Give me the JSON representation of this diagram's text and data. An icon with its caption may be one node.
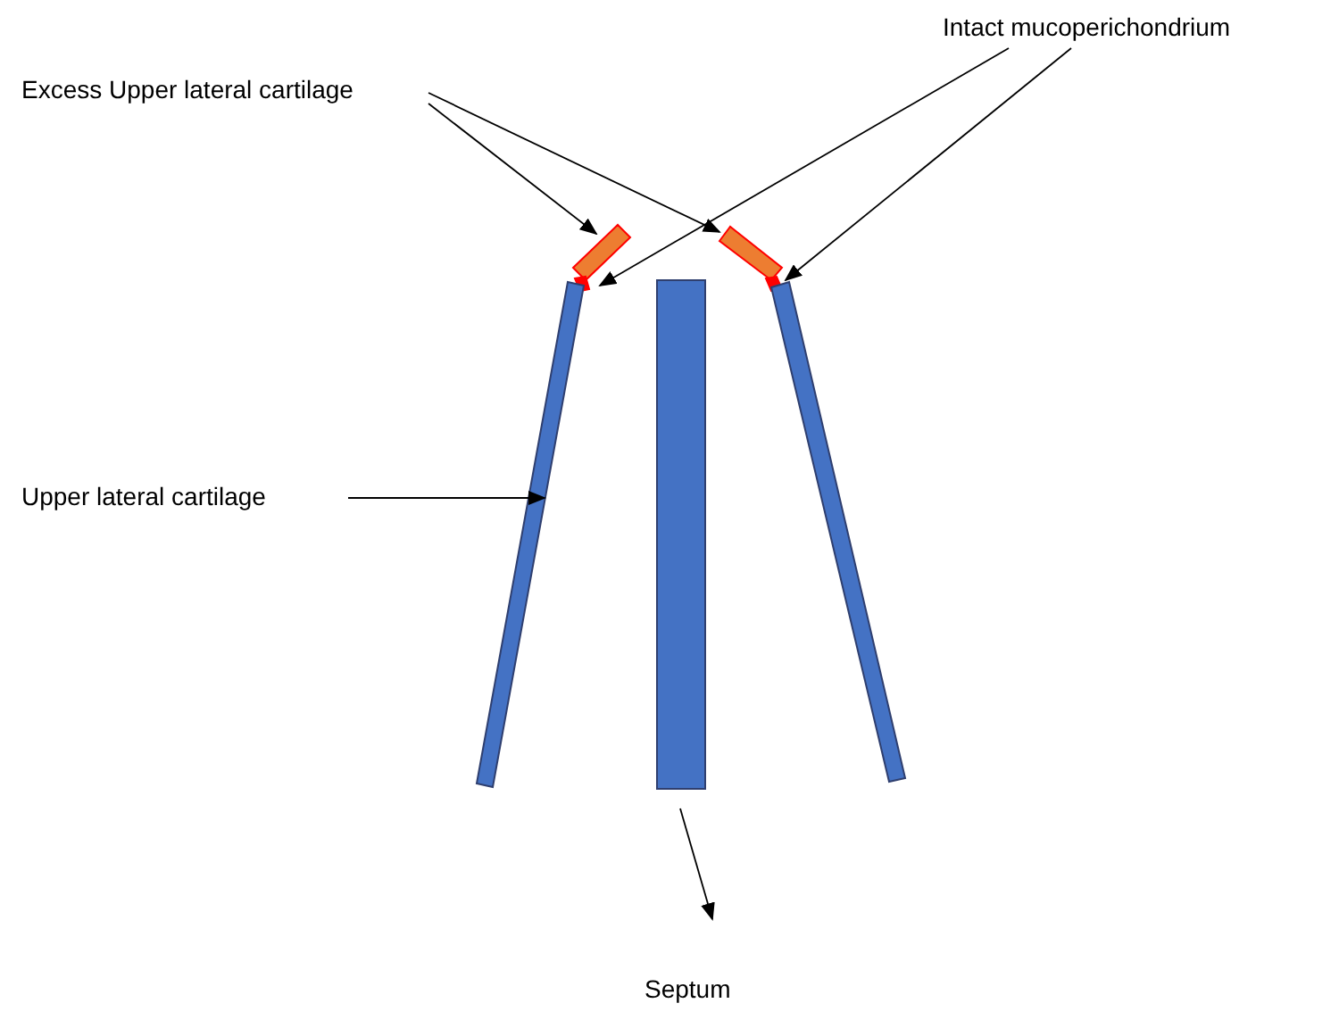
{
  "diagram": {
    "nodes": [
      {
        "text": [
          "Intact mucoperichondrium"
        ]
      },
      {
        "text": [
          "Excess Upper lateral cartilage"
        ]
      },
      {
        "text": [
          "Upper lateral cartilage"
        ]
      },
      {
        "text": [
          "Septum"
        ]
      },
      {
        "text": [],
        "shape": "bar"
      },
      {
        "text": [],
        "shape": "bar"
      },
      {
        "text": [],
        "shape": "bar"
      },
      {
        "text": [],
        "shape": "bar"
      },
      {
        "text": [],
        "shape": "bar"
      },
      {
        "text": [],
        "shape": "bar"
      },
      {
        "text": [],
        "shape": "bar"
      }
    ],
    "edges": [
      {
        "from": 0,
        "to": 5,
        "arrow": "to"
      },
      {
        "from": 0,
        "to": 9,
        "arrow": "to"
      },
      {
        "from": 1,
        "to": 4,
        "arrow": "to"
      },
      {
        "from": 1,
        "to": 8,
        "arrow": "to"
      },
      {
        "from": 2,
        "to": 6,
        "arrow": "to"
      },
      {
        "from": 7,
        "to": 3,
        "arrow": "to"
      }
    ]
  }
}
